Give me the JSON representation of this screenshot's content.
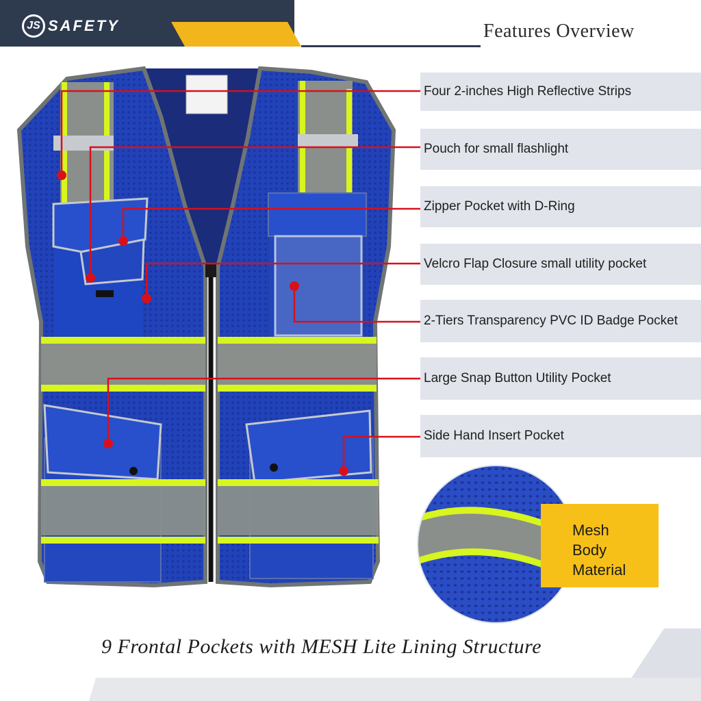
{
  "brand": {
    "logo_mark": "JS",
    "logo_text": "SAFETY"
  },
  "header": {
    "title": "Features Overview"
  },
  "features": [
    {
      "label": "Four 2-inches High Reflective Strips"
    },
    {
      "label": "Pouch for small flashlight"
    },
    {
      "label": "Zipper Pocket with D-Ring"
    },
    {
      "label": "Velcro Flap Closure small utility pocket"
    },
    {
      "label": "2-Tiers Transparency PVC ID Badge Pocket"
    },
    {
      "label": "Large Snap Button Utility Pocket"
    },
    {
      "label": "Side Hand Insert Pocket"
    }
  ],
  "mesh": {
    "label_line1": "Mesh",
    "label_line2": "Body",
    "label_line3": "Material"
  },
  "footer": {
    "caption": "9 Frontal Pockets with MESH Lite Lining Structure"
  },
  "colors": {
    "vest_blue": "#1f3fb5",
    "reflective_grey": "#8a8f8c",
    "lime": "#d7f51f",
    "callout_red": "#d8101b",
    "header_navy": "#2e3a4e",
    "accent_yellow": "#f2b51c",
    "row_grey": "#e1e4ea"
  }
}
